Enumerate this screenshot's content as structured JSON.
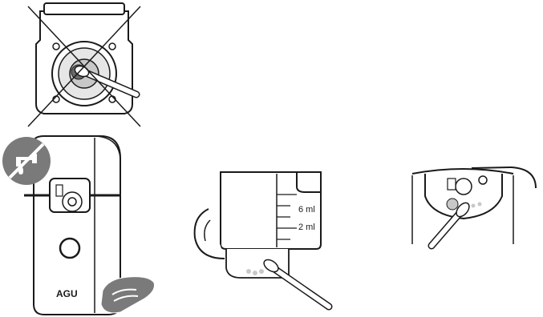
{
  "device": {
    "brand_logo": "AGU"
  },
  "measure_labels": {
    "upper": "6 ml",
    "lower": "2 ml"
  },
  "icons": {
    "forbidden": "cross-out-mark",
    "no_water": "no-water-tap-icon",
    "wipe": "hand-wipe-icon",
    "swab": "cotton-swab-icon"
  },
  "colors": {
    "line": "#1a1a1a",
    "fill_gray": "#c8c8c8",
    "dark_gray": "#6b6b6b",
    "icon_gray": "#7a7a7a"
  }
}
